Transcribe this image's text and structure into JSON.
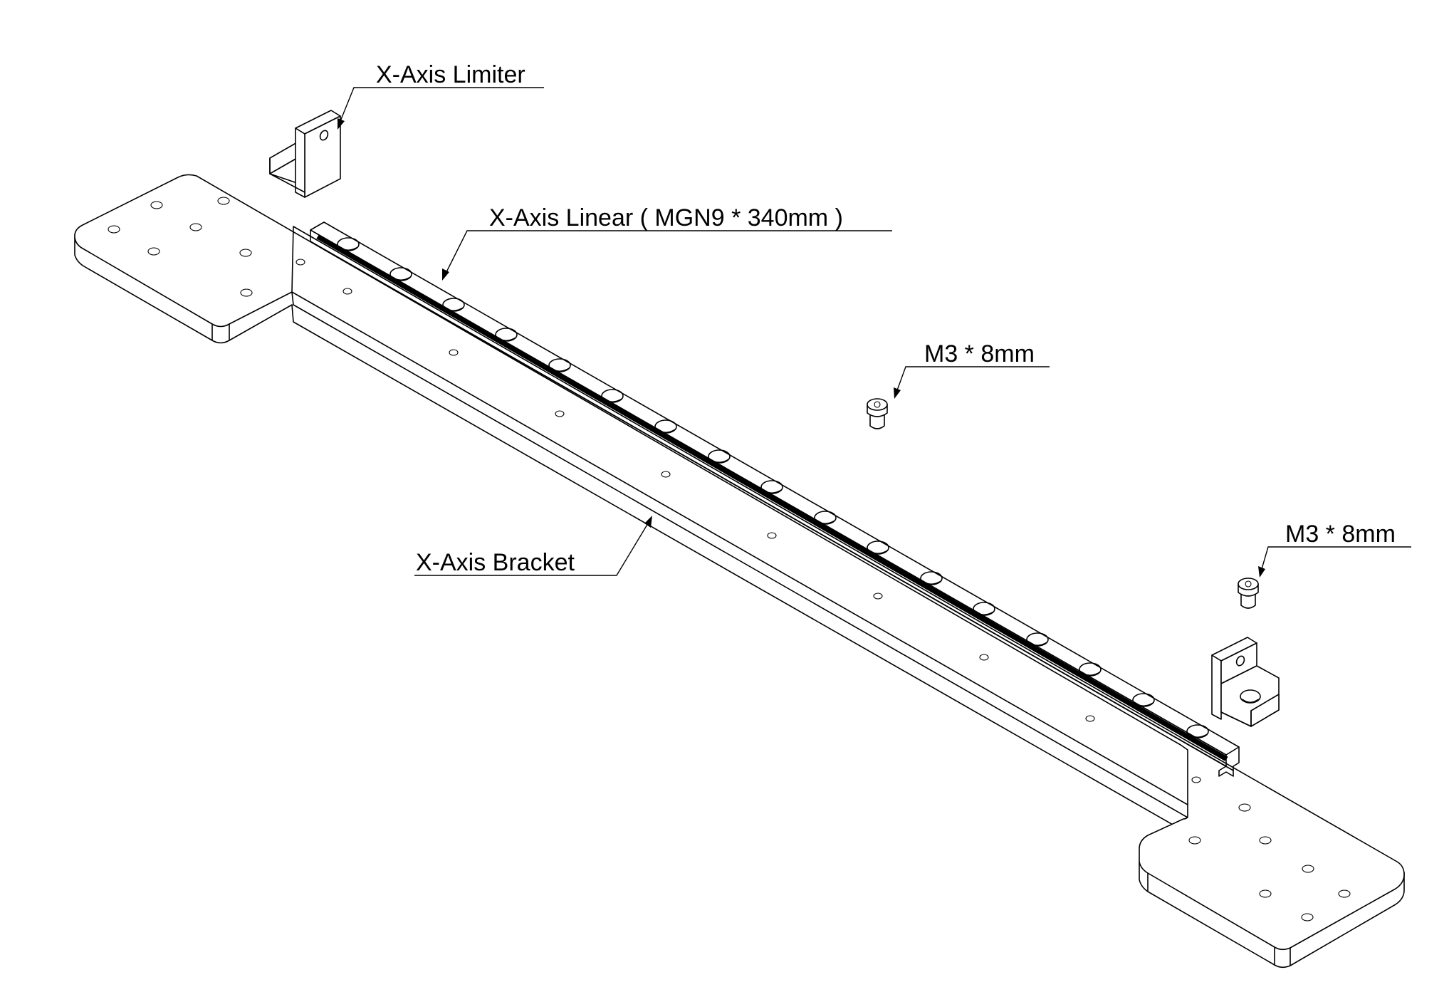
{
  "callouts": {
    "limiter": "X-Axis Limiter",
    "linear": "X-Axis Linear ( MGN9 * 340mm )",
    "bracket": "X-Axis Bracket",
    "screw_top": "M3 * 8mm",
    "screw_right": "M3 * 8mm"
  }
}
